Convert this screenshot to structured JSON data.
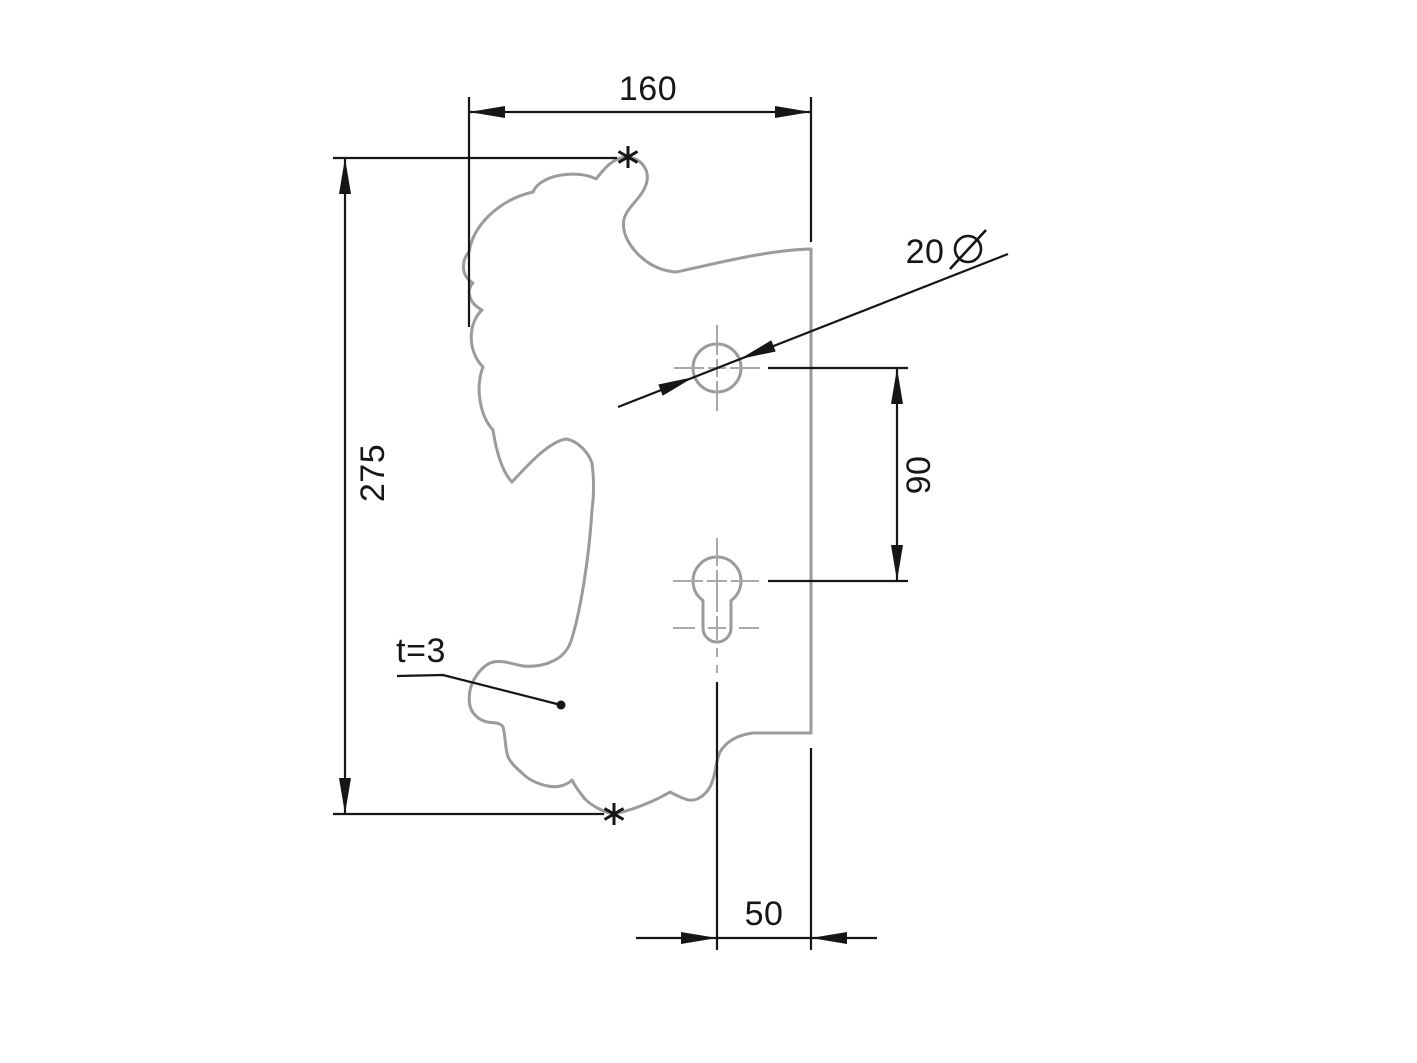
{
  "drawing": {
    "type": "technical-dimension-drawing",
    "part": "decorative-baroque-lock-plate",
    "dimensions": {
      "plate_width": "160",
      "plate_height": "275",
      "hole_spacing": "90",
      "keyhole_edge_offset": "50",
      "hole_diameter": "20",
      "material_thickness": "t=3"
    },
    "icons": {
      "diameter_symbol": "slashed-circle",
      "datum_marker": "six-point-asterisk"
    },
    "colors": {
      "outline": "#9b9b9b",
      "centerline": "#a9a9a9",
      "dimension": "#161616",
      "background": "#ffffff"
    }
  }
}
